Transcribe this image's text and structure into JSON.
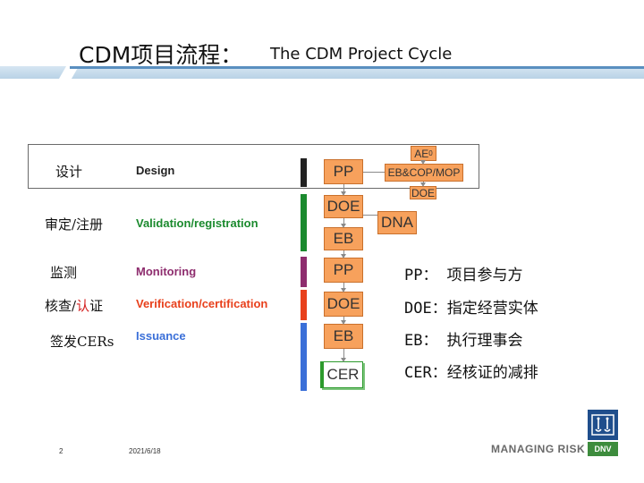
{
  "title": {
    "zh": "CDM项目流程：",
    "en": "The CDM Project Cycle"
  },
  "rows": [
    {
      "zh": "设计",
      "en": "Design",
      "color": "#222222"
    },
    {
      "zh": "审定/注册",
      "en": "Validation/registration",
      "color": "#1b8a2e"
    },
    {
      "zh": "监测",
      "en": "Monitoring",
      "color": "#8e2d6e"
    },
    {
      "zh_a": "核查/",
      "zh_b": "认",
      "zh_c": "证",
      "en": "Verification/certification",
      "color": "#e8401c"
    },
    {
      "zh": "签发CERs",
      "en": "Issuance",
      "color": "#3a6fd8"
    }
  ],
  "flow": {
    "ae": "AE",
    "ae_sup": "0",
    "pp1": "PP",
    "ebcop": "EB&COP/MOP",
    "doe_small": "DOE",
    "doe1": "DOE",
    "dna": "DNA",
    "eb1": "EB",
    "pp2": "PP",
    "doe2": "DOE",
    "eb2": "EB",
    "cer": "CER"
  },
  "legend": [
    {
      "key": "PP：",
      "value": "项目参与方"
    },
    {
      "key": "DOE：",
      "value": "指定经营实体"
    },
    {
      "key": "EB：",
      "value": "执行理事会"
    },
    {
      "key": "CER：",
      "value": "经核证的减排"
    }
  ],
  "footer": {
    "page": "2",
    "date": "2021/6/18",
    "slogan": "MANAGING RISK",
    "logo": "DNV"
  },
  "colors": {
    "box_fill": "#f7a15c",
    "box_border": "#c9702c",
    "band": "#b9d2e6",
    "cer_border": "#2c9a2c"
  }
}
